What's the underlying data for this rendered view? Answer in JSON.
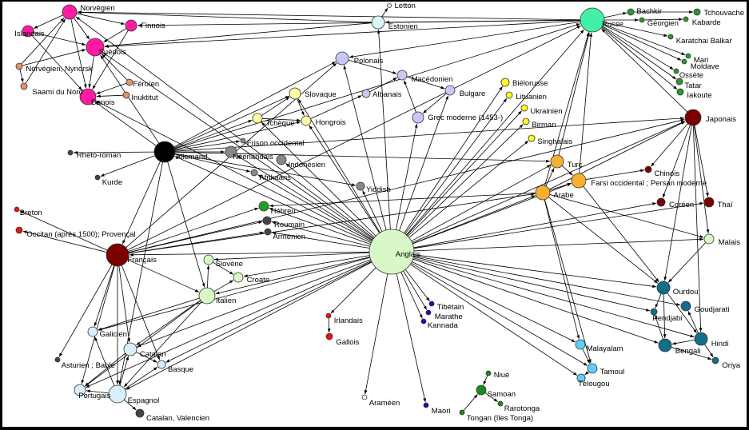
{
  "title": "Réseau de traduction entre langues",
  "colors": {
    "nordic": "#ff1aa3",
    "nordic_minor": "#e0956b",
    "baltic": "#d6f8fb",
    "slavic_yellow": "#fcfca0",
    "slavic_blue": "#c8c8f8",
    "yellow": "#ffff22",
    "russian": "#44f0a8",
    "turkic": "#2a9a2a",
    "japanese": "#7a0000",
    "orange": "#f8b030",
    "black": "#000000",
    "grey": "#888888",
    "darkgrey": "#444444",
    "french": "#7a0000",
    "red": "#ee1111",
    "lightgreen": "#d8f8c8",
    "english": "#d8f8c8",
    "iberian": "#d8f0fc",
    "blue": "#1010c8",
    "cyan": "#5cd0f8",
    "teal": "#106e8c",
    "pacific": "#1a8a1a",
    "hebrew": "#20a020",
    "aramaic": "#ffeeee"
  },
  "nodes": [
    {
      "id": "norvegien",
      "label": "Norvégien",
      "color": "nordic"
    },
    {
      "id": "finnois",
      "label": "Finnois",
      "color": "nordic"
    },
    {
      "id": "islandais",
      "label": "Islandais",
      "color": "nordic"
    },
    {
      "id": "suedois",
      "label": "Suédois",
      "color": "nordic"
    },
    {
      "id": "danois",
      "label": "Danois",
      "color": "nordic"
    },
    {
      "id": "nynorsk",
      "label": "Norvégien, Nynorsk",
      "color": "nordic_minor"
    },
    {
      "id": "saami",
      "label": "Saami du Nord",
      "color": "nordic_minor"
    },
    {
      "id": "feroien",
      "label": "Féroïen",
      "color": "nordic_minor"
    },
    {
      "id": "inuktitut",
      "label": "Inuktitut",
      "color": "nordic_minor"
    },
    {
      "id": "letton",
      "label": "Letton",
      "color": "baltic"
    },
    {
      "id": "estonien",
      "label": "Estonien",
      "color": "baltic"
    },
    {
      "id": "polonais",
      "label": "Polonais",
      "color": "slavic_blue"
    },
    {
      "id": "macedonien",
      "label": "Macédonien",
      "color": "slavic_blue"
    },
    {
      "id": "albanais",
      "label": "Albanais",
      "color": "slavic_blue"
    },
    {
      "id": "bulgare",
      "label": "Bulgare",
      "color": "slavic_blue"
    },
    {
      "id": "grec",
      "label": "Grec moderne (1453-)",
      "color": "slavic_blue"
    },
    {
      "id": "slovaque",
      "label": "Slovaque",
      "color": "slavic_yellow"
    },
    {
      "id": "tcheque",
      "label": "Tchèque",
      "color": "slavic_yellow"
    },
    {
      "id": "hongrois",
      "label": "Hongrois",
      "color": "slavic_yellow"
    },
    {
      "id": "bielorusse",
      "label": "Biélorusse",
      "color": "yellow"
    },
    {
      "id": "lituanien",
      "label": "Lituanien",
      "color": "yellow"
    },
    {
      "id": "ukrainien",
      "label": "Ukrainien",
      "color": "yellow"
    },
    {
      "id": "birman",
      "label": "Birman",
      "color": "yellow"
    },
    {
      "id": "singhalais",
      "label": "Singhalais",
      "color": "yellow"
    },
    {
      "id": "russe",
      "label": "Russe",
      "color": "russian"
    },
    {
      "id": "bachkir",
      "label": "Bachkir",
      "color": "turkic"
    },
    {
      "id": "tchouvache",
      "label": "Tchouvache",
      "color": "turkic"
    },
    {
      "id": "georgien",
      "label": "Géorgien",
      "color": "turkic"
    },
    {
      "id": "kabarde",
      "label": "Kabarde",
      "color": "turkic"
    },
    {
      "id": "karatchai",
      "label": "Karatchai Balkar",
      "color": "turkic"
    },
    {
      "id": "mari",
      "label": "Mari",
      "color": "turkic"
    },
    {
      "id": "moldave",
      "label": "Moldave",
      "color": "turkic"
    },
    {
      "id": "ossete",
      "label": "Ossète",
      "color": "turkic"
    },
    {
      "id": "tatar",
      "label": "Tatar",
      "color": "turkic"
    },
    {
      "id": "iakoute",
      "label": "Iakoute",
      "color": "turkic"
    },
    {
      "id": "japonais",
      "label": "Japonais",
      "color": "japanese"
    },
    {
      "id": "chinois",
      "label": "Chinois",
      "color": "japanese"
    },
    {
      "id": "coreen",
      "label": "Coréen",
      "color": "japanese"
    },
    {
      "id": "thai",
      "label": "Thaï",
      "color": "japanese"
    },
    {
      "id": "turc",
      "label": "Turc",
      "color": "orange"
    },
    {
      "id": "farsi",
      "label": "Farsi occidental ; Persan moderne",
      "color": "orange"
    },
    {
      "id": "arabe",
      "label": "Arabe",
      "color": "orange"
    },
    {
      "id": "allemand",
      "label": "Allemand",
      "color": "black"
    },
    {
      "id": "rheto",
      "label": "Rhéto-roman",
      "color": "darkgrey"
    },
    {
      "id": "kurde",
      "label": "Kurde",
      "color": "darkgrey"
    },
    {
      "id": "frison",
      "label": "Frison occidental",
      "color": "grey"
    },
    {
      "id": "neerlandais",
      "label": "Néerlandais",
      "color": "grey"
    },
    {
      "id": "indonesien",
      "label": "Indonésien",
      "color": "grey"
    },
    {
      "id": "afrikaans",
      "label": "Afrikaans",
      "color": "grey"
    },
    {
      "id": "yiddish",
      "label": "Yiddish",
      "color": "grey"
    },
    {
      "id": "hebreu",
      "label": "Hébreu",
      "color": "hebrew"
    },
    {
      "id": "roumain",
      "label": "Roumain",
      "color": "darkgrey"
    },
    {
      "id": "armenien",
      "label": "Arménien",
      "color": "darkgrey"
    },
    {
      "id": "breton",
      "label": "Breton",
      "color": "red"
    },
    {
      "id": "occitan",
      "label": "Occitan (après 1500); Provençal",
      "color": "red"
    },
    {
      "id": "francais",
      "label": "Français",
      "color": "french"
    },
    {
      "id": "slovene",
      "label": "Slovène",
      "color": "lightgreen"
    },
    {
      "id": "croate",
      "label": "Croate",
      "color": "lightgreen"
    },
    {
      "id": "italien",
      "label": "Italien",
      "color": "lightgreen"
    },
    {
      "id": "anglais",
      "label": "Anglais",
      "color": "english"
    },
    {
      "id": "malais",
      "label": "Malais",
      "color": "lightgreen"
    },
    {
      "id": "galicien",
      "label": "Galicien",
      "color": "iberian"
    },
    {
      "id": "catalan",
      "label": "Catalan",
      "color": "iberian"
    },
    {
      "id": "basque",
      "label": "Basque",
      "color": "iberian"
    },
    {
      "id": "portugais",
      "label": "Portugais",
      "color": "iberian"
    },
    {
      "id": "espagnol",
      "label": "Espagnol",
      "color": "iberian"
    },
    {
      "id": "catval",
      "label": "Catalan, Valencien",
      "color": "darkgrey"
    },
    {
      "id": "asturien",
      "label": "Asturien ; Bable",
      "color": "darkgrey"
    },
    {
      "id": "irlandais",
      "label": "Irlandais",
      "color": "red"
    },
    {
      "id": "gallois",
      "label": "Gallois",
      "color": "red"
    },
    {
      "id": "arameen",
      "label": "Araméen",
      "color": "aramaic"
    },
    {
      "id": "tibetain",
      "label": "Tibétain",
      "color": "blue"
    },
    {
      "id": "marathe",
      "label": "Marathe",
      "color": "blue"
    },
    {
      "id": "kannada",
      "label": "Kannada",
      "color": "blue"
    },
    {
      "id": "maori",
      "label": "Maori",
      "color": "blue"
    },
    {
      "id": "malayalam",
      "label": "Malayalam",
      "color": "cyan"
    },
    {
      "id": "tamoul",
      "label": "Tamoul",
      "color": "cyan"
    },
    {
      "id": "telougou",
      "label": "Télougou",
      "color": "cyan"
    },
    {
      "id": "niue",
      "label": "Niué",
      "color": "pacific"
    },
    {
      "id": "samoan",
      "label": "Samoan",
      "color": "pacific"
    },
    {
      "id": "rarotonga",
      "label": "Rarotonga",
      "color": "pacific"
    },
    {
      "id": "tongan",
      "label": "Tongan (îles Tonga)",
      "color": "pacific"
    },
    {
      "id": "ourdou",
      "label": "Ourdou",
      "color": "teal"
    },
    {
      "id": "goudjarati",
      "label": "Goudjarati",
      "color": "teal"
    },
    {
      "id": "pendjabi",
      "label": "Pendjabi",
      "color": "teal"
    },
    {
      "id": "hindi",
      "label": "Hindi",
      "color": "teal"
    },
    {
      "id": "bengali",
      "label": "Bengali",
      "color": "teal"
    },
    {
      "id": "oriya",
      "label": "Oriya",
      "color": "teal"
    }
  ],
  "edges": [
    [
      "norvegien",
      "suedois"
    ],
    [
      "norvegien",
      "danois"
    ],
    [
      "norvegien",
      "islandais"
    ],
    [
      "norvegien",
      "finnois"
    ],
    [
      "finnois",
      "suedois"
    ],
    [
      "finnois",
      "danois"
    ],
    [
      "islandais",
      "suedois"
    ],
    [
      "islandais",
      "danois"
    ],
    [
      "suedois",
      "danois"
    ],
    [
      "nynorsk",
      "suedois"
    ],
    [
      "nynorsk",
      "norvegien"
    ],
    [
      "nynorsk",
      "saami"
    ],
    [
      "saami",
      "norvegien"
    ],
    [
      "feroien",
      "danois"
    ],
    [
      "inuktitut",
      "danois"
    ],
    [
      "feroien",
      "suedois"
    ],
    [
      "estonien",
      "letton"
    ],
    [
      "estonien",
      "norvegien"
    ],
    [
      "estonien",
      "suedois"
    ],
    [
      "russe",
      "estonien"
    ],
    [
      "russe",
      "suedois"
    ],
    [
      "russe",
      "norvegien"
    ],
    [
      "russe",
      "finnois"
    ],
    [
      "russe",
      "bachkir"
    ],
    [
      "bachkir",
      "tchouvache"
    ],
    [
      "russe",
      "georgien"
    ],
    [
      "georgien",
      "kabarde"
    ],
    [
      "russe",
      "karatchai"
    ],
    [
      "russe",
      "mari"
    ],
    [
      "russe",
      "moldave"
    ],
    [
      "russe",
      "ossete"
    ],
    [
      "russe",
      "tatar"
    ],
    [
      "russe",
      "iakoute"
    ],
    [
      "russe",
      "polonais"
    ],
    [
      "macedonien",
      "bulgare"
    ],
    [
      "albanais",
      "macedonien"
    ],
    [
      "polonais",
      "macedonien"
    ],
    [
      "slovaque",
      "hongrois"
    ],
    [
      "tcheque",
      "slovaque"
    ],
    [
      "tcheque",
      "hongrois"
    ],
    [
      "hongrois",
      "albanais"
    ],
    [
      "bulgare",
      "grec"
    ],
    [
      "grec",
      "macedonien"
    ],
    [
      "anglais",
      "russe"
    ],
    [
      "anglais",
      "estonien"
    ],
    [
      "anglais",
      "polonais"
    ],
    [
      "anglais",
      "grec"
    ],
    [
      "anglais",
      "bulgare"
    ],
    [
      "anglais",
      "bielorusse"
    ],
    [
      "anglais",
      "lituanien"
    ],
    [
      "anglais",
      "ukrainien"
    ],
    [
      "anglais",
      "birman"
    ],
    [
      "anglais",
      "singhalais"
    ],
    [
      "anglais",
      "japonais"
    ],
    [
      "anglais",
      "turc"
    ],
    [
      "anglais",
      "farsi"
    ],
    [
      "anglais",
      "arabe"
    ],
    [
      "anglais",
      "coreen"
    ],
    [
      "anglais",
      "thai"
    ],
    [
      "anglais",
      "allemand"
    ],
    [
      "anglais",
      "francais"
    ],
    [
      "anglais",
      "italien"
    ],
    [
      "anglais",
      "espagnol"
    ],
    [
      "anglais",
      "catalan"
    ],
    [
      "anglais",
      "basque"
    ],
    [
      "anglais",
      "portugais"
    ],
    [
      "anglais",
      "galicien"
    ],
    [
      "anglais",
      "slovene"
    ],
    [
      "anglais",
      "croate"
    ],
    [
      "anglais",
      "hebreu"
    ],
    [
      "anglais",
      "roumain"
    ],
    [
      "anglais",
      "armenien"
    ],
    [
      "anglais",
      "neerlandais"
    ],
    [
      "anglais",
      "indonesien"
    ],
    [
      "anglais",
      "yiddish"
    ],
    [
      "anglais",
      "hongrois"
    ],
    [
      "anglais",
      "slovaque"
    ],
    [
      "anglais",
      "tcheque"
    ],
    [
      "anglais",
      "danois"
    ],
    [
      "anglais",
      "suedois"
    ],
    [
      "anglais",
      "norvegien"
    ],
    [
      "anglais",
      "malais"
    ],
    [
      "anglais",
      "ourdou"
    ],
    [
      "anglais",
      "hindi"
    ],
    [
      "anglais",
      "bengali"
    ],
    [
      "anglais",
      "pendjabi"
    ],
    [
      "anglais",
      "goudjarati"
    ],
    [
      "anglais",
      "malayalam"
    ],
    [
      "anglais",
      "tamoul"
    ],
    [
      "anglais",
      "telougou"
    ],
    [
      "anglais",
      "tibetain"
    ],
    [
      "anglais",
      "marathe"
    ],
    [
      "anglais",
      "kannada"
    ],
    [
      "anglais",
      "maori"
    ],
    [
      "anglais",
      "arameen"
    ],
    [
      "anglais",
      "irlandais"
    ],
    [
      "irlandais",
      "gallois"
    ],
    [
      "anglais",
      "afrikaans"
    ],
    [
      "allemand",
      "rheto"
    ],
    [
      "allemand",
      "kurde"
    ],
    [
      "allemand",
      "frison"
    ],
    [
      "allemand",
      "neerlandais"
    ],
    [
      "allemand",
      "francais"
    ],
    [
      "allemand",
      "italien"
    ],
    [
      "allemand",
      "russe"
    ],
    [
      "allemand",
      "polonais"
    ],
    [
      "allemand",
      "suedois"
    ],
    [
      "allemand",
      "danois"
    ],
    [
      "allemand",
      "tcheque"
    ],
    [
      "allemand",
      "hongrois"
    ],
    [
      "allemand",
      "slovaque"
    ],
    [
      "allemand",
      "japonais"
    ],
    [
      "allemand",
      "turc"
    ],
    [
      "allemand",
      "espagnol"
    ],
    [
      "allemand",
      "yiddish"
    ],
    [
      "allemand",
      "afrikaans"
    ],
    [
      "francais",
      "breton"
    ],
    [
      "francais",
      "occitan"
    ],
    [
      "francais",
      "italien"
    ],
    [
      "francais",
      "espagnol"
    ],
    [
      "francais",
      "portugais"
    ],
    [
      "francais",
      "catalan"
    ],
    [
      "francais",
      "galicien"
    ],
    [
      "francais",
      "basque"
    ],
    [
      "francais",
      "russe"
    ],
    [
      "francais",
      "japonais"
    ],
    [
      "francais",
      "arabe"
    ],
    [
      "francais",
      "roumain"
    ],
    [
      "francais",
      "hebreu"
    ],
    [
      "francais",
      "armenien"
    ],
    [
      "francais",
      "polonais"
    ],
    [
      "francais",
      "asturien"
    ],
    [
      "italien",
      "slovene"
    ],
    [
      "italien",
      "croate"
    ],
    [
      "italien",
      "espagnol"
    ],
    [
      "italien",
      "catalan"
    ],
    [
      "italien",
      "portugais"
    ],
    [
      "italien",
      "galicien"
    ],
    [
      "espagnol",
      "catalan"
    ],
    [
      "espagnol",
      "galicien"
    ],
    [
      "espagnol",
      "basque"
    ],
    [
      "espagnol",
      "portugais"
    ],
    [
      "espagnol",
      "catval"
    ],
    [
      "catalan",
      "portugais"
    ],
    [
      "catalan",
      "basque"
    ],
    [
      "slovene",
      "croate"
    ],
    [
      "arabe",
      "turc"
    ],
    [
      "arabe",
      "farsi"
    ],
    [
      "turc",
      "farsi"
    ],
    [
      "arabe",
      "russe"
    ],
    [
      "farsi",
      "russe"
    ],
    [
      "turc",
      "russe"
    ],
    [
      "arabe",
      "ourdou"
    ],
    [
      "farsi",
      "ourdou"
    ],
    [
      "arabe",
      "malais"
    ],
    [
      "arabe",
      "hebreu"
    ],
    [
      "arabe",
      "japonais"
    ],
    [
      "japonais",
      "chinois"
    ],
    [
      "japonais",
      "thai"
    ],
    [
      "japonais",
      "coreen"
    ],
    [
      "japonais",
      "ourdou"
    ],
    [
      "japonais",
      "malais"
    ],
    [
      "farsi",
      "chinois"
    ],
    [
      "japonais",
      "hindi"
    ],
    [
      "japonais",
      "russe"
    ],
    [
      "malais",
      "ourdou"
    ],
    [
      "ourdou",
      "hindi"
    ],
    [
      "ourdou",
      "bengali"
    ],
    [
      "hindi",
      "bengali"
    ],
    [
      "hindi",
      "oriya"
    ],
    [
      "bengali",
      "oriya"
    ],
    [
      "hindi",
      "goudjarati"
    ],
    [
      "bengali",
      "pendjabi"
    ],
    [
      "ourdou",
      "pendjabi"
    ],
    [
      "malayalam",
      "tamoul"
    ],
    [
      "tamoul",
      "telougou"
    ],
    [
      "arabe",
      "malayalam"
    ],
    [
      "arabe",
      "tamoul"
    ],
    [
      "niue",
      "samoan"
    ],
    [
      "tongan",
      "samoan"
    ],
    [
      "samoan",
      "rarotonga"
    ]
  ]
}
